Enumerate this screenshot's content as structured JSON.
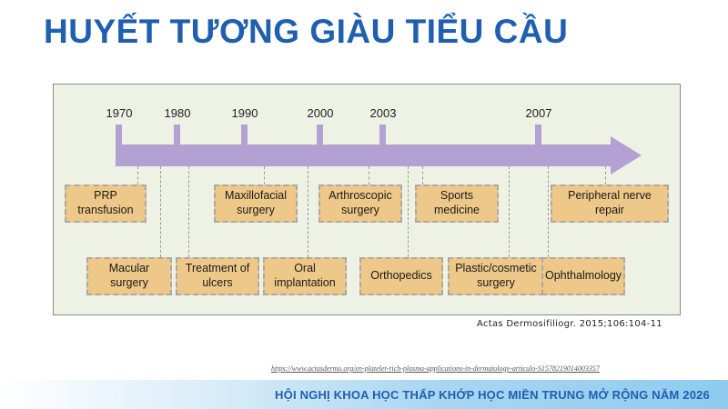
{
  "title": "HUYẾT TƯƠNG GIÀU TIỂU CẦU",
  "timeline": {
    "years": [
      "1970",
      "1980",
      "1990",
      "2000",
      "2003",
      "2007"
    ],
    "top_boxes": [
      {
        "label": "PRP\ntransfusion"
      },
      {
        "label": "Maxillofacial\nsurgery"
      },
      {
        "label": "Arthroscopic\nsurgery"
      },
      {
        "label": "Sports\nmedicine"
      },
      {
        "label": "Peripheral nerve\nrepair"
      }
    ],
    "bottom_boxes": [
      {
        "label": "Macular\nsurgery"
      },
      {
        "label": "Treatment of\nulcers"
      },
      {
        "label": "Oral\nimplantation"
      },
      {
        "label": "Orthopedics"
      },
      {
        "label": "Plastic/cosmetic\nsurgery"
      },
      {
        "label": "Ophthalmology"
      }
    ]
  },
  "citation": "Actas Dermosifiliogr. 2015;106:104-11",
  "source_url": "https://www.actasdermo.org/en-platelet-rich-plasma-applications-in-dermatology-articulo-S1578219014003357",
  "footer": "HỘI NGHỊ KHOA HỌC THẤP KHỚP HỌC MIỀN TRUNG MỞ RỘNG NĂM 2026",
  "colors": {
    "title": "#1f5fb0",
    "arrow": "#b3a1d4",
    "box": "#eec889",
    "panel": "#eef2e4",
    "footer_text": "#1f5fb0"
  }
}
